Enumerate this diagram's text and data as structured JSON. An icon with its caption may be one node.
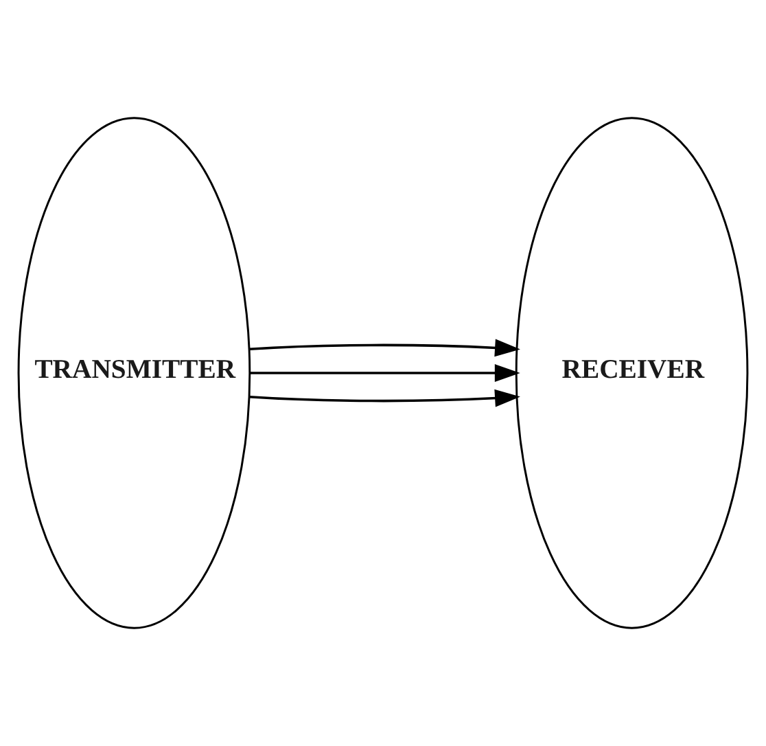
{
  "diagram": {
    "nodes": [
      {
        "text": [
          "TRANSMITTER"
        ]
      },
      {
        "text": [
          "RECEIVER"
        ]
      }
    ],
    "edges": [
      {
        "from": 0,
        "to": 1,
        "arrow": "to"
      },
      {
        "from": 0,
        "to": 1,
        "arrow": "to"
      },
      {
        "from": 0,
        "to": 1,
        "arrow": "to"
      }
    ]
  }
}
